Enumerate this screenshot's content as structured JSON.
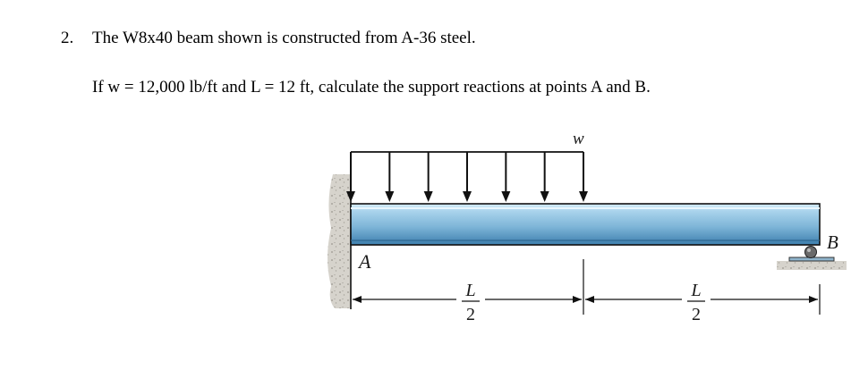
{
  "problem": {
    "number": "2.",
    "statement": "The W8x40 beam shown is constructed from A-36 steel.",
    "given": "If w = 12,000 lb/ft and L = 12 ft, calculate the support reactions at points A and B."
  },
  "figure": {
    "load_label": "w",
    "support_a_label": "A",
    "support_b_label": "B",
    "left_dimension": {
      "numerator": "L",
      "denominator": "2"
    },
    "right_dimension": {
      "numerator": "L",
      "denominator": "2"
    },
    "load_arrow_count": 7,
    "colors": {
      "beam_top": "#d9eef9",
      "beam_mid": "#7fb6d8",
      "beam_bottom": "#3d7fae",
      "outline": "#111111",
      "wall": "#c9c6bf",
      "pin": "#555555"
    }
  }
}
